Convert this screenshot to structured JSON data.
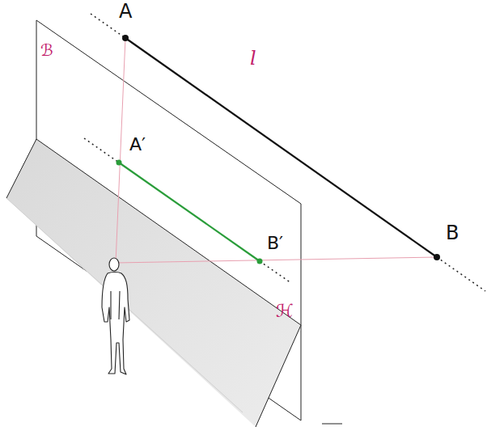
{
  "diagram": {
    "labels": [
      "A",
      "l",
      "A′",
      "B′",
      "B",
      "ℬ",
      "ℋ"
    ]
  }
}
